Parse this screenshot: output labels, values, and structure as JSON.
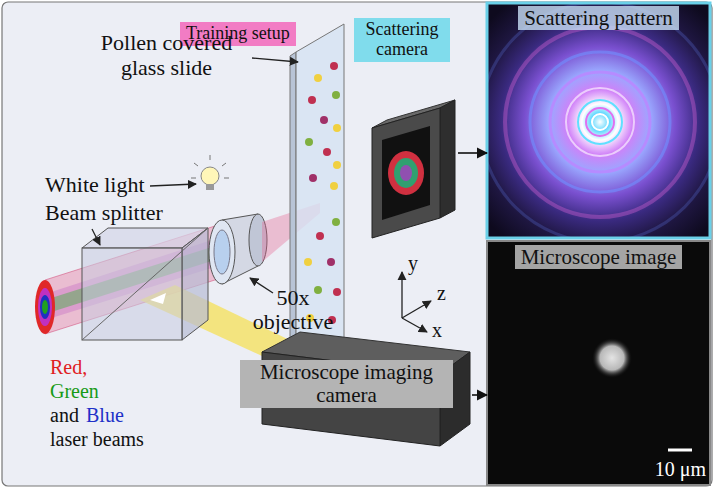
{
  "diagram": {
    "nodes": [
      {
        "text": [
          "Training setup"
        ]
      },
      {
        "text": [
          "Scattering camera"
        ]
      },
      {
        "text": [
          "Scattering pattern"
        ]
      },
      {
        "text": [
          "Microscope image",
          "10 μm"
        ]
      },
      {
        "text": [
          "Microscope imaging camera"
        ]
      }
    ],
    "edges": [
      {
        "from": 1,
        "to": 2,
        "arrow": "to"
      },
      {
        "from": 4,
        "to": 3,
        "arrow": "to"
      }
    ],
    "labels": [
      "Pollen covered glass slide",
      "White light",
      "Beam splitter",
      "50x objective",
      "Red,",
      "Green",
      "and",
      "Blue",
      "laser beams",
      "y",
      "z",
      "x"
    ]
  }
}
